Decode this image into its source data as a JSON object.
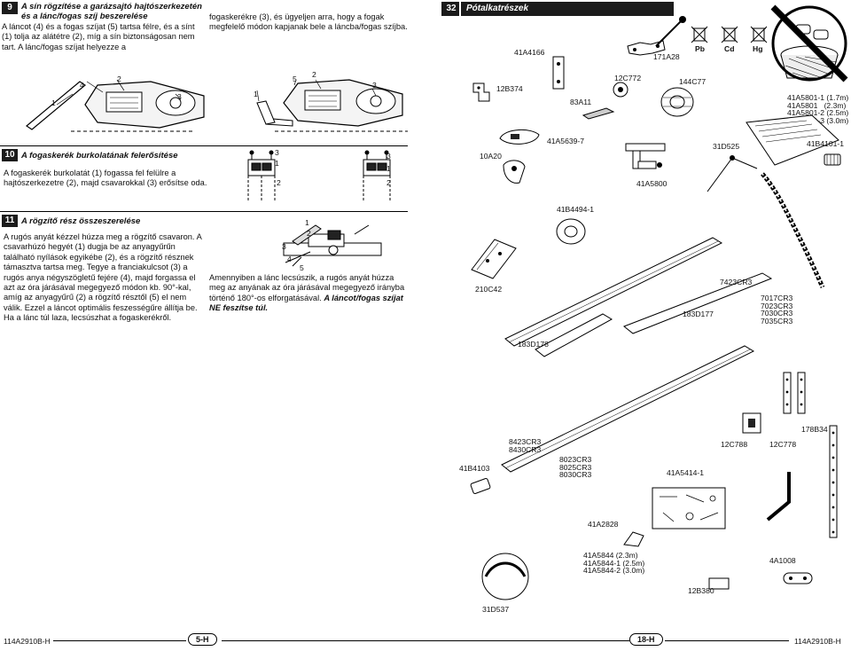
{
  "step9": {
    "number": "9",
    "title_line1": "A sín rögzítése a garázsajtó hajtószerkezetén",
    "title_line2": "és a lánc/fogas szíj beszerelése",
    "text_left": "A láncot (4) és a fogas szíjat (5) tartsa félre, és a sínt (1) tolja az alátétre (2), míg a sín biztonságosan nem tart. A lánc/fogas szíjat helyezze a",
    "text_right": "fogaskerékre (3), és ügyeljen arra, hogy a fogak megfelelő módon kapjanak bele a láncba/fogas szíjba."
  },
  "step10": {
    "number": "10",
    "title": "A fogaskerék burkolatának felerősítése",
    "text": "A fogaskerék burkolatát (1) fogassa fel felülre a hajtószerkezetre (2), majd csavarokkal (3) erősítse oda."
  },
  "step11": {
    "number": "11",
    "title": "A rögzítő rész összeszerelése",
    "text_left": "A rugós anyát kézzel húzza meg a rögzítő csavaron. A csavarhúzó hegyét (1) dugja be az anyagyűrűn található nyílások egyikébe (2), és a rögzítő résznek támasztva tartsa meg. Tegye a franciakulcsot (3) a rugós anya négyszögletű fejére (4), majd forgassa el azt az óra járásával megegyező módon kb. 90°-kal, amíg az anyagyűrű (2) a rögzítő résztől (5) el nem válik. Ezzel a láncot optimális feszességűre állítja be. Ha a lánc túl laza, lecsúszhat a fogaskerékről.",
    "text_right": "Amennyiben a lánc lecsúszik, a rugós anyát húzza meg az anyának az óra járásával megegyező irányba történő 180°-os elforgatásával.",
    "text_right_emph": "A láncot/fogas szíjat NE feszítse túl."
  },
  "diagram_numbers": {
    "a1": "1",
    "a4": "4",
    "a2": "2",
    "a3": "3",
    "b1": "1",
    "b5": "5",
    "b2": "2",
    "b3": "3",
    "c3": "3",
    "c1": "1",
    "c2": "2",
    "d3": "3",
    "d1": "1",
    "d2": "2",
    "e1": "1",
    "e2": "2",
    "e3": "3",
    "e4": "4",
    "e5": "5"
  },
  "parts": {
    "number": "32",
    "title": "Pótalkatrészek",
    "recycle_labels": [
      "Pb",
      "Cd",
      "Hg"
    ],
    "labels": {
      "p41A4166": "41A4166",
      "p171A28": "171A28",
      "p12B374": "12B374",
      "p12C772": "12C772",
      "p144C77": "144C77",
      "p83A11": "83A11",
      "p41A5801": "41A5801-1 (1.7m)\n41A5801   (2.3m)\n41A5801-2 (2.5m)\n41A5801-3 (3.0m)",
      "p10A20": "10A20",
      "p41A5639": "41A5639-7",
      "p31D525": "31D525",
      "p41B4101": "41B4101-1",
      "p41A5800": "41A5800",
      "p41B4494": "41B4494-1",
      "p210C42": "210C42",
      "p7423CR3": "7423CR3",
      "p183D177": "183D177",
      "p7017CR3": "7017CR3\n7023CR3\n7030CR3\n7035CR3",
      "p183D178": "183D178",
      "p178B34": "178B34",
      "p8423CR3": "8423CR3\n8430CR3",
      "p8023CR3": "8023CR3\n8025CR3\n8030CR3",
      "p12C788": "12C788",
      "p12C778": "12C778",
      "p41B4103": "41B4103",
      "p41A5414": "41A5414-1",
      "p41A2828": "41A2828",
      "p41A5844": "41A5844 (2.3m)\n41A5844-1 (2.5m)\n41A5844-2 (3.0m)",
      "p4A1008": "4A1008",
      "p12B380": "12B380",
      "p31D537": "31D537"
    }
  },
  "footer": {
    "left_code": "114A2910B-H",
    "left_page": "5-H",
    "right_page": "18-H",
    "right_code": "114A2910B-H"
  }
}
